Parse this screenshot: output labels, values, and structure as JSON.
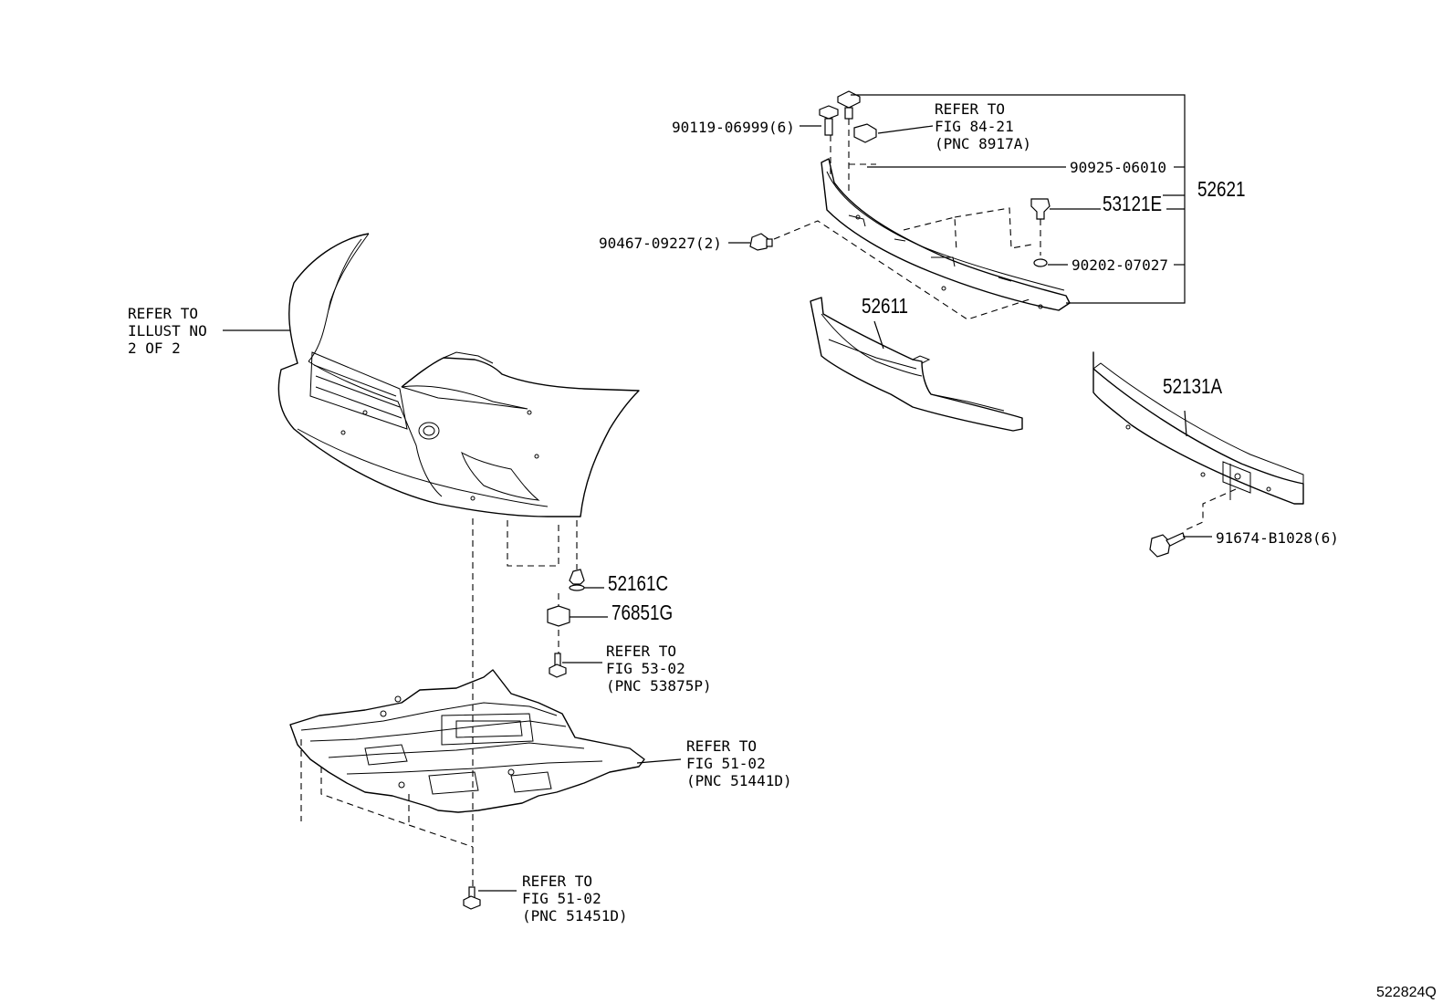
{
  "callouts": {
    "p90119": "90119-06999(6)",
    "refer8421": [
      "REFER TO",
      "FIG 84-21",
      "(PNC 8917A)"
    ],
    "p90925": "90925-06010",
    "p52621": "52621",
    "p53121E": "53121E",
    "p90467": "90467-09227(2)",
    "p90202": "90202-07027",
    "referIllust": [
      "REFER TO",
      "ILLUST NO",
      "2 OF 2"
    ],
    "p52611": "52611",
    "p52131A": "52131A",
    "p91674": "91674-B1028(6)",
    "p52161C": "52161C",
    "p76851G": "76851G",
    "refer5302": [
      "REFER TO",
      "FIG 53-02",
      "(PNC 53875P)"
    ],
    "refer5102a": [
      "REFER TO",
      "FIG 51-02",
      "(PNC 51441D)"
    ],
    "refer5102b": [
      "REFER TO",
      "FIG 51-02",
      "(PNC 51451D)"
    ]
  },
  "illustration_id": "522824Q",
  "icons": [
    "bolt-icon",
    "clip-icon",
    "nut-icon",
    "retainer-icon"
  ]
}
